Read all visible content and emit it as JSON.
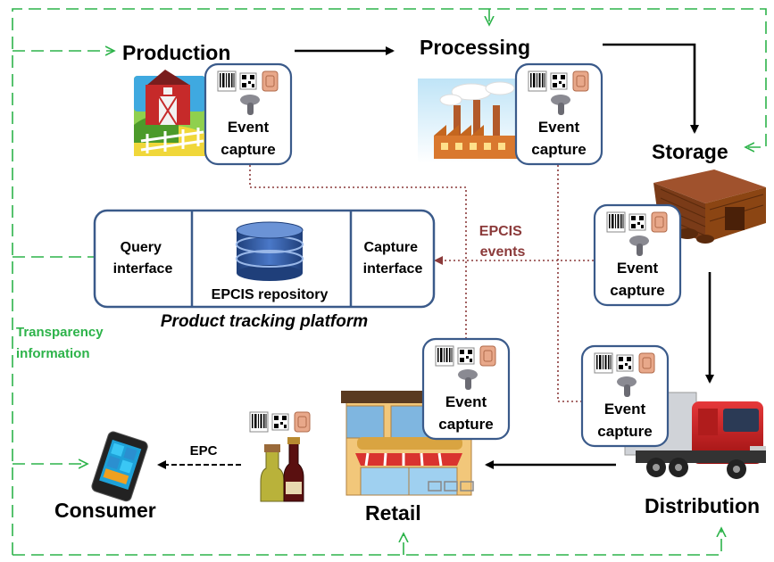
{
  "stages": {
    "production": "Production",
    "processing": "Processing",
    "storage": "Storage",
    "distribution": "Distribution",
    "retail": "Retail",
    "consumer": "Consumer"
  },
  "event_capture": [
    "Event",
    "capture"
  ],
  "platform": {
    "query": [
      "Query",
      "interface"
    ],
    "repository": "EPCIS repository",
    "capture": [
      "Capture",
      "interface"
    ],
    "title": "Product tracking platform"
  },
  "epcis_events": [
    "EPCIS",
    "events"
  ],
  "epc": "EPC",
  "transparency": [
    "Transparency",
    "information"
  ],
  "colors": {
    "green": "#2db34a",
    "epcis_red": "#8b3a3a",
    "box_border": "#3a5a8a",
    "db_blue": "#2f5597"
  }
}
